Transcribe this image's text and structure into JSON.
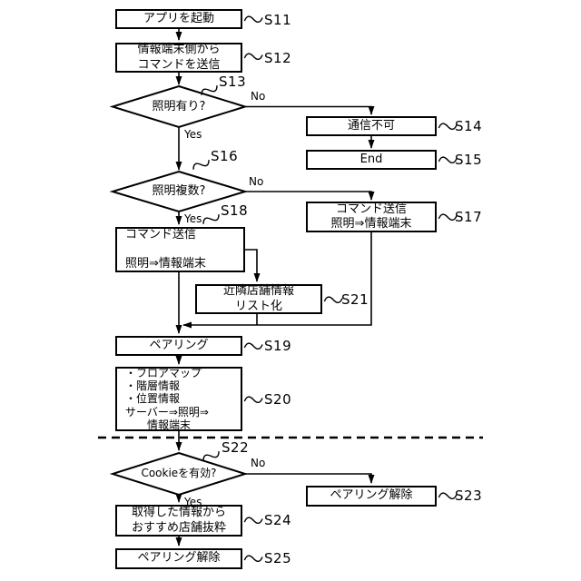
{
  "figure": {
    "kind": "flowchart"
  },
  "nodes": {
    "s11": {
      "label": "アプリを起動",
      "step": "S11"
    },
    "s12": {
      "label": "情報端末側から\nコマンドを送信",
      "step": "S12"
    },
    "s13": {
      "label": "照明有り?",
      "step": "S13"
    },
    "s14": {
      "label": "通信不可",
      "step": "S14"
    },
    "s15": {
      "label": "End",
      "step": "S15"
    },
    "s16": {
      "label": "照明複数?",
      "step": "S16"
    },
    "s17": {
      "label": "コマンド送信\n照明⇒情報端末",
      "step": "S17"
    },
    "s18": {
      "label": "コマンド送信\n\n照明⇒情報端末",
      "step": "S18"
    },
    "s21": {
      "label": "近隣店舗情報\nリスト化",
      "step": "S21"
    },
    "s19": {
      "label": "ペアリング",
      "step": "S19"
    },
    "s20": {
      "label": "・フロアマップ\n・階層情報\n・位置情報\nサーバー⇒照明⇒\n　　情報端末",
      "step": "S20"
    },
    "s22": {
      "label": "Cookieを有効?",
      "step": "S22"
    },
    "s23": {
      "label": "ペアリング解除",
      "step": "S23"
    },
    "s24": {
      "label": "取得した情報から\nおすすめ店舗抜粋",
      "step": "S24"
    },
    "s25": {
      "label": "ペアリング解除",
      "step": "S25"
    }
  },
  "branch_labels": {
    "s13_no": "No",
    "s13_yes": "Yes",
    "s16_no": "No",
    "s16_yes": "Yes",
    "s22_no": "No",
    "s22_yes": "Yes"
  },
  "colors": {
    "line": "#000000",
    "background": "#ffffff"
  }
}
